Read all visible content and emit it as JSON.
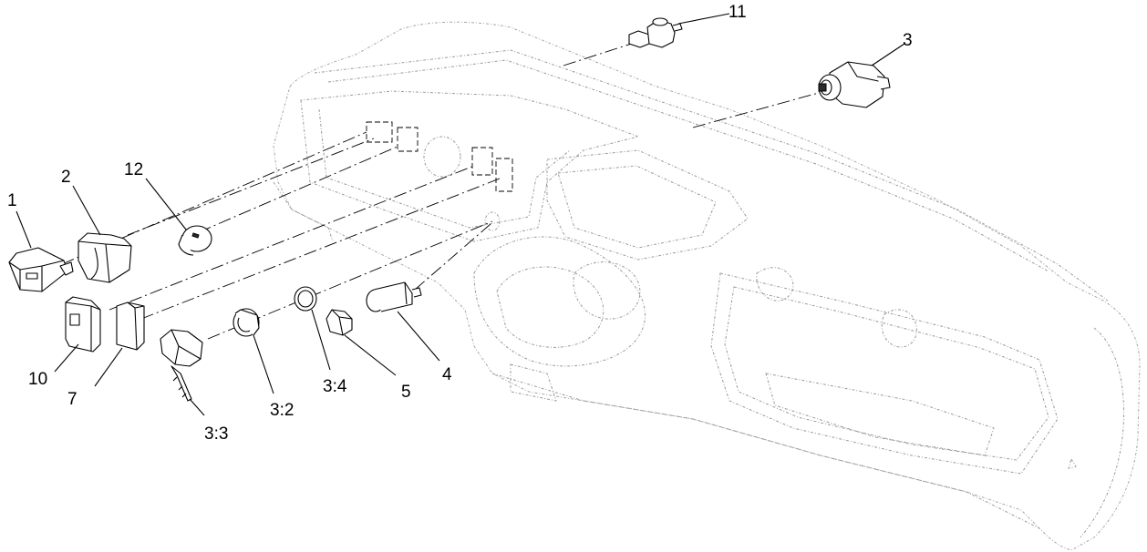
{
  "callouts": {
    "c1": "1",
    "c2": "2",
    "c12": "12",
    "c10": "10",
    "c7": "7",
    "c3_3": "3:3",
    "c3_2": "3:2",
    "c3_4": "3:4",
    "c5": "5",
    "c4": "4",
    "c11": "11",
    "c3": "3"
  },
  "colors": {
    "line": "#000000",
    "phantom": "#9a9a9a",
    "background": "#ffffff"
  }
}
